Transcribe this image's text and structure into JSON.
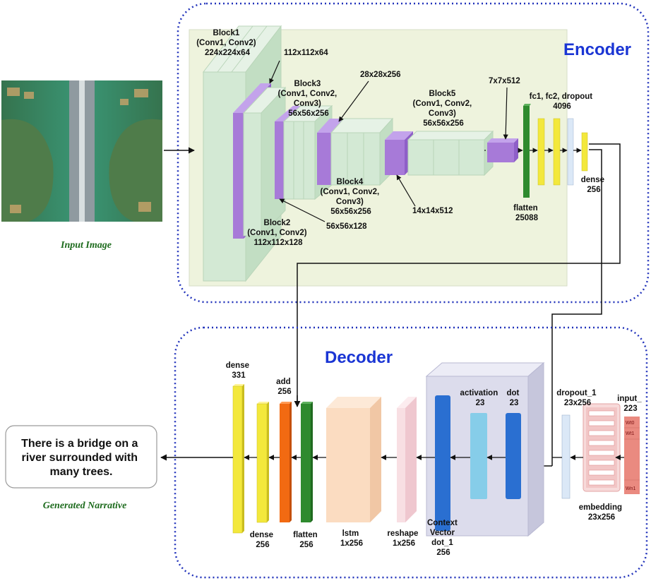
{
  "encoder": {
    "title": "Encoder",
    "input_caption": "Input Image",
    "block1": [
      "Block1",
      "(Conv1, Conv2)",
      "224x224x64"
    ],
    "pool1": "112x112x64",
    "block2": [
      "Block2",
      "(Conv1, Conv2)",
      "112x112x128"
    ],
    "pool2": "56x56x128",
    "block3": [
      "Block3",
      "(Conv1, Conv2,",
      "Conv3)",
      "56x56x256"
    ],
    "pool3": "28x28x256",
    "block4": [
      "Block4",
      "(Conv1, Conv2,",
      "Conv3)",
      "56x56x256"
    ],
    "pool4": "14x14x512",
    "block5": [
      "Block5",
      "(Conv1, Conv2,",
      "Conv3)",
      "56x56x256"
    ],
    "pool5": "7x7x512",
    "fc": [
      "fc1, fc2, dropout",
      "4096"
    ],
    "flatten": [
      "flatten",
      "25088"
    ],
    "dense": [
      "dense",
      "256"
    ]
  },
  "decoder": {
    "title": "Decoder",
    "narrative": [
      "There is a bridge on a",
      "river surrounded with",
      "many trees."
    ],
    "narrative_caption": "Generated Narrative",
    "dense331": [
      "dense",
      "331"
    ],
    "add": [
      "add",
      "256"
    ],
    "dense256": [
      "dense",
      "256"
    ],
    "flatten": [
      "flatten",
      "256"
    ],
    "lstm": [
      "lstm",
      "1x256"
    ],
    "reshape": [
      "reshape",
      "1x256"
    ],
    "activation": [
      "activation",
      "23"
    ],
    "dot": [
      "dot",
      "23"
    ],
    "context": [
      "Context",
      "Vector",
      "dot_1",
      "256"
    ],
    "dropout": [
      "dropout_1",
      "23x256"
    ],
    "input": [
      "input_",
      "223"
    ],
    "embedding": [
      "embedding",
      "23x256"
    ],
    "tokens": [
      "Wt0",
      "Wt1",
      "Wn1"
    ]
  },
  "colors": {
    "encoder_border": "#2233bb",
    "encoder_fill": "#eef3dd",
    "conv_block": "#d3e9d4",
    "pool": "#a77ad8",
    "flatten": "#2e8a2e",
    "fc": "#f3e83c",
    "dropout": "#dbe8f7",
    "orange_add": "#f26a12",
    "lstm": "#fbdcc1",
    "reshape": "#f8dfe3",
    "attention_panel": "#dcdcec",
    "context": "#2a6fd1",
    "activation": "#86cde9",
    "embedding": "#f2c6c6",
    "input_tokens": "#ea8a80",
    "title_blue": "#1a35d4",
    "caption_green": "#1d6b1d"
  }
}
